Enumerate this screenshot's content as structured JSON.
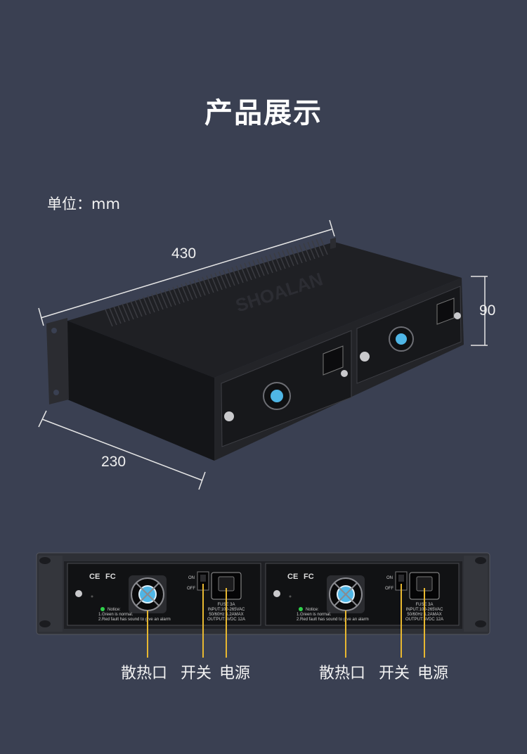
{
  "title": "产品展示",
  "unit_label": "单位：mm",
  "dimensions": {
    "width": "430",
    "depth": "230",
    "height": "90"
  },
  "brand_mark": "SHOALAN",
  "panel": {
    "ce": "CE",
    "fc": "FC",
    "on": "ON",
    "off": "OFF",
    "notice_title": "Notice:",
    "notice_1": "1.Green is normal.",
    "notice_2": "2.Red fault has sound to give an alarm",
    "fuse": "FUSE 3A",
    "input": "INPUT:100-265VAC",
    "freq": "50/60Hz 1.2AMAX",
    "output": "OUTPUT:5VDC 12A"
  },
  "callouts": {
    "left": [
      "散热口",
      "开关",
      "电源"
    ],
    "right": [
      "散热口",
      "开关",
      "电源"
    ]
  },
  "colors": {
    "background": "#3a4052",
    "chassis": "#1c1d21",
    "panel": "#2a2b30",
    "callout_line": "#e8b830",
    "led_green": "#2fd14a",
    "fan_blue": "#4fb6e6"
  }
}
